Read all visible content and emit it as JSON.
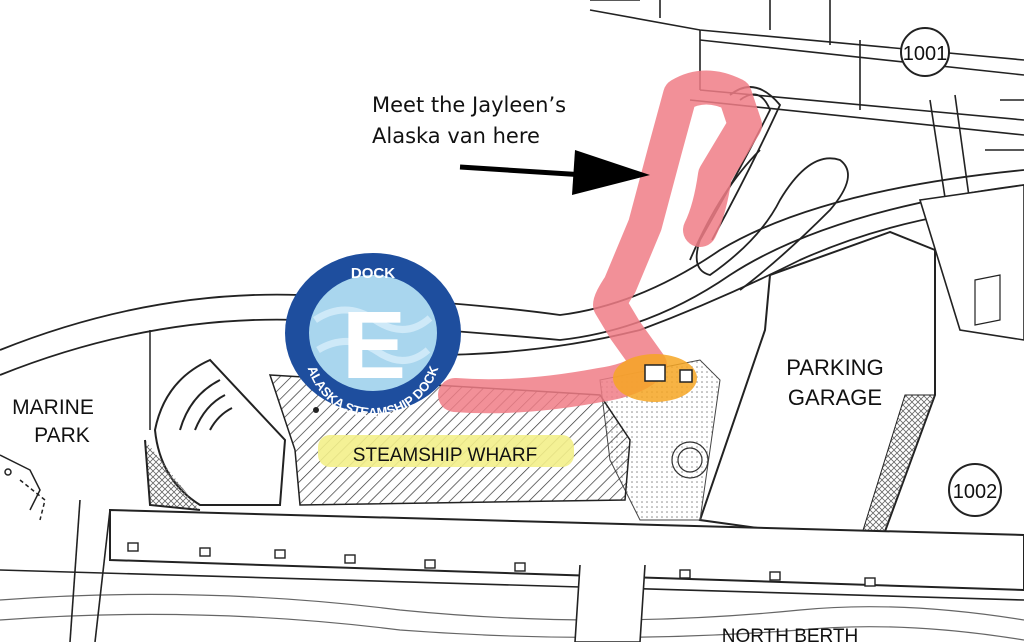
{
  "labels": {
    "callout_line1": "Meet the Jayleen’s",
    "callout_line2": "Alaska van here",
    "marine_park_1": "MARINE",
    "marine_park_2": "PARK",
    "parking_1": "PARKING",
    "parking_2": "GARAGE",
    "wharf": "STEAMSHIP WHARF",
    "north_berth": "NORTH BERTH",
    "building_1001": "1001",
    "building_1002": "1002"
  },
  "logo": {
    "top_text": "DOCK",
    "letter": "E",
    "ring_text": "ALASKA STEAMSHIP DOCK"
  },
  "colors": {
    "route": "#f07d86",
    "meeting_point": "#f6a623",
    "wharf_highlight": "#f3f08a",
    "logo_ring": "#1e4e9e",
    "logo_inner": "#a9d6ee"
  }
}
